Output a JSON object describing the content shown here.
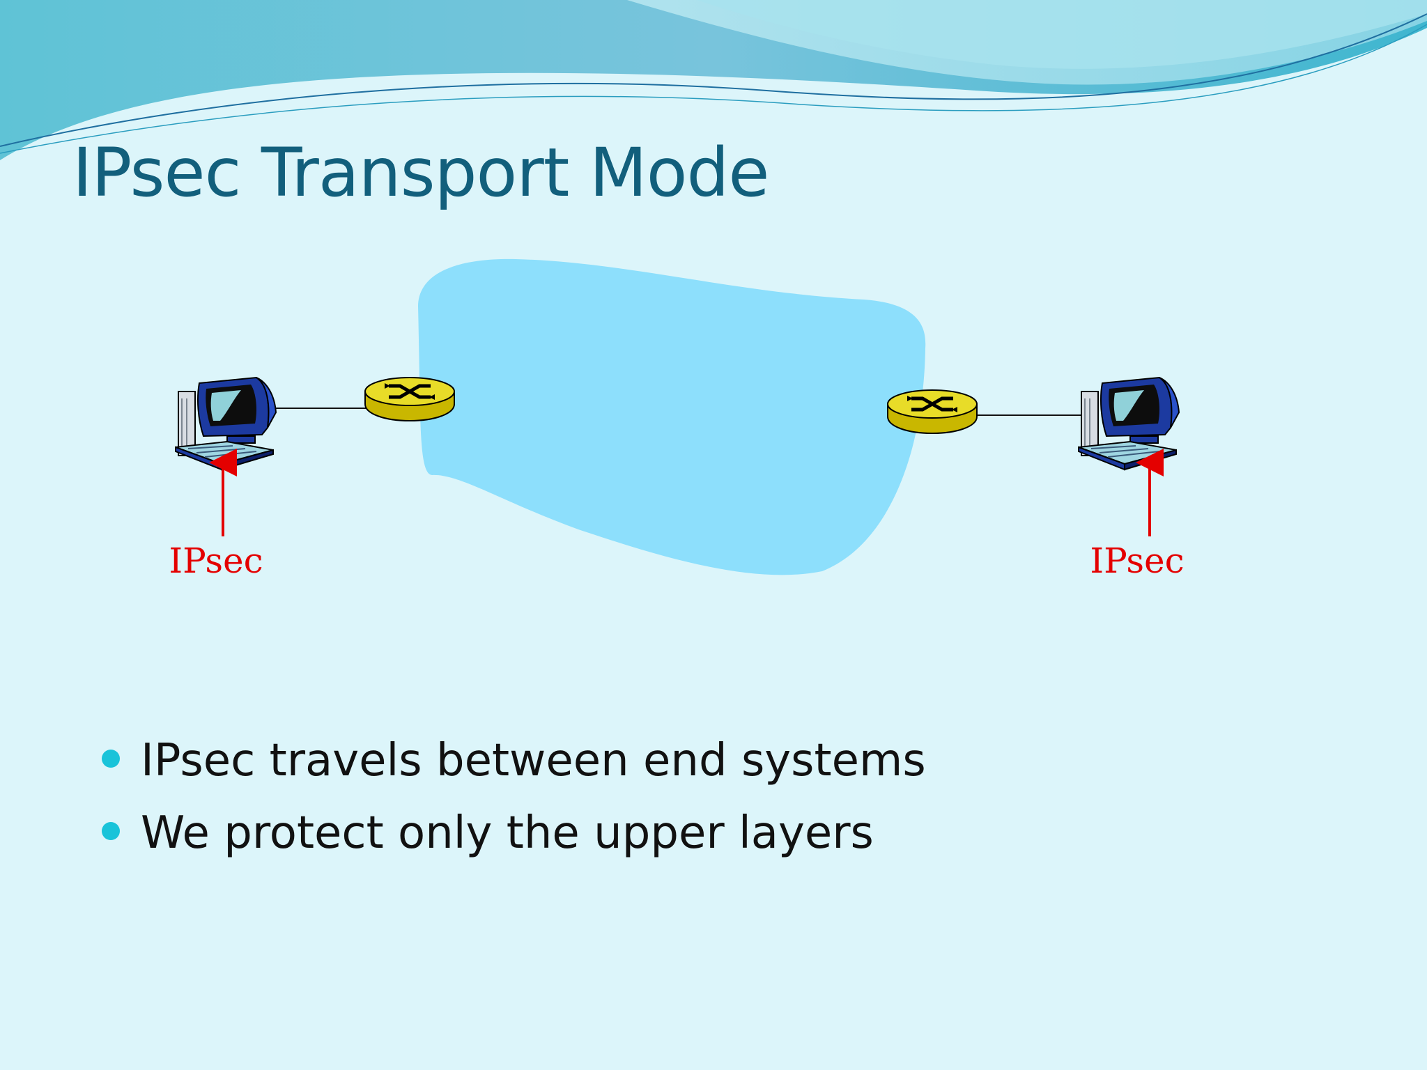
{
  "slide": {
    "title": "IPsec Transport Mode",
    "colors": {
      "background": "#dcf5fa",
      "title": "#125f7c",
      "cloud": "#8ddffc",
      "router": "#e8dc28",
      "arrow": "#e40000",
      "bullet": "#19c3d9"
    }
  },
  "diagram": {
    "left_label": "IPsec",
    "right_label": "IPsec",
    "nodes": [
      {
        "id": "host-left",
        "icon": "desktop-computer-icon"
      },
      {
        "id": "router-left",
        "icon": "router-icon"
      },
      {
        "id": "network",
        "icon": "network-cloud"
      },
      {
        "id": "router-right",
        "icon": "router-icon"
      },
      {
        "id": "host-right",
        "icon": "desktop-computer-icon"
      }
    ]
  },
  "bullets": [
    "IPsec travels between end systems",
    "We protect only the upper layers"
  ]
}
